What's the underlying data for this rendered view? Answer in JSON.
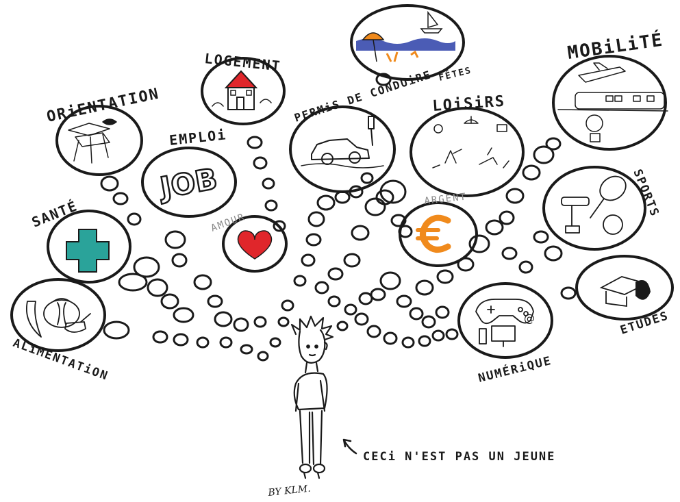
{
  "labels": {
    "orientation": "ORiENTATION",
    "logement": "LOGEMENT",
    "fetes": "FÊTES",
    "mobilite": "MOBiLiTÉ",
    "emploi": "EMPLOi",
    "permis": "PERMiS DE CONDUiRE",
    "loisirs": "LOiSiRS",
    "sante": "SANTÉ",
    "amour": "AMOUR",
    "argent": "ARGENT",
    "sports": "SPORTS",
    "etudes": "ETUDES",
    "alimentation": "ALiMENTATiON",
    "numerique": "NUMÉRiQUE",
    "caption": "CECi N'EST PAS UN JEUNE",
    "signature": "BY KLM.",
    "job": "JOB"
  },
  "colors": {
    "ink": "#1a1a1a",
    "roof": "#e0262b",
    "heart": "#e0262b",
    "cross": "#2aa39a",
    "euro": "#f08a1c",
    "sea": "#2c3fa8",
    "umbrella": "#f08a1c",
    "label_muted": "#8a8a8a"
  },
  "icons": {
    "orientation": "signpost-icon",
    "logement": "house-icon",
    "fetes": "beach-sailboat-icon",
    "mobilite": "plane-train-icon",
    "emploi": "job-icon",
    "permis": "car-icon",
    "loisirs": "leisure-icon",
    "sante": "medical-cross-icon",
    "amour": "heart-icon",
    "argent": "euro-icon",
    "sports": "tennis-fitness-icon",
    "etudes": "graduation-cap-icon",
    "alimentation": "fruit-basket-icon",
    "numerique": "gamepad-computer-icon"
  }
}
